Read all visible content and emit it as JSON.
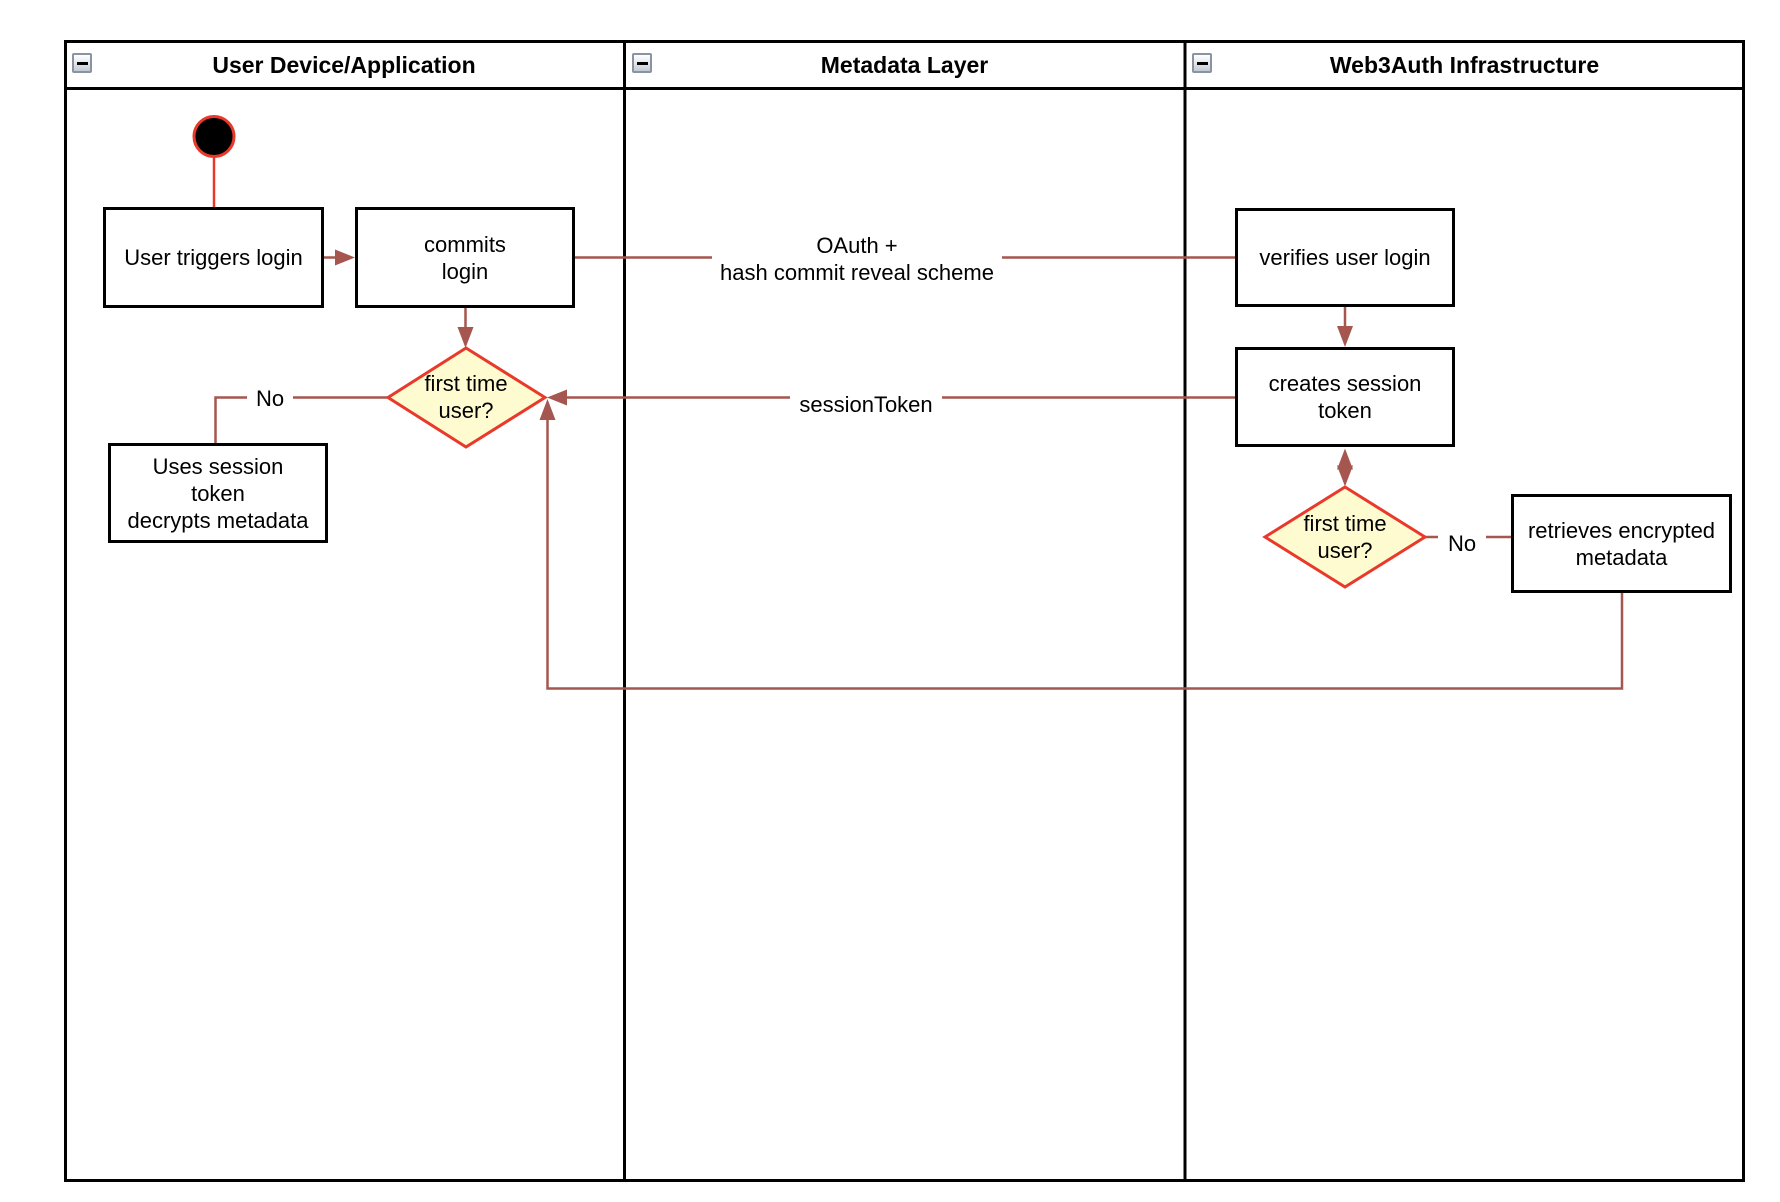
{
  "diagram": {
    "type": "swimlane-activity-diagram",
    "colors": {
      "flow_line": "#A5564E",
      "start_and_decision_border": "#E8392B",
      "decision_fill": "#FFFBD1",
      "node_border": "#000000",
      "lane_border": "#000000",
      "start_fill": "#000000"
    },
    "icons": {
      "lane_collapse": "minus-box"
    },
    "lanes": [
      {
        "title": "User Device/Application"
      },
      {
        "title": "Metadata Layer"
      },
      {
        "title": "Web3Auth Infrastructure"
      }
    ],
    "nodes": {
      "user_triggers_login": "User triggers login",
      "commits_login": "commits\nlogin",
      "verifies_user_login": "verifies user login",
      "creates_session_token": "creates session\ntoken",
      "retrieves_encrypted_metadata": "retrieves encrypted\nmetadata",
      "uses_session_token": "Uses session\ntoken\ndecrypts metadata"
    },
    "decisions": {
      "first_time_user_device": "first time\nuser?",
      "first_time_user_infra": "first time\nuser?"
    },
    "edge_labels": {
      "oauth": "OAuth +\nhash commit reveal scheme",
      "session_token": "sessionToken",
      "no_device": "No",
      "no_infra": "No"
    }
  }
}
